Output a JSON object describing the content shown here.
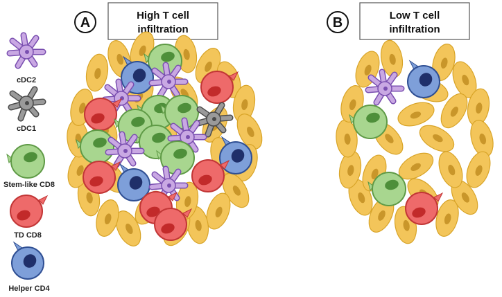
{
  "panels": {
    "a": {
      "letter": "A",
      "title_line1": "High T cell",
      "title_line2": "infiltration"
    },
    "b": {
      "letter": "B",
      "title_line1": "Low T cell",
      "title_line2": "infiltration"
    }
  },
  "legend": {
    "cdc2": "cDC2",
    "cdc1": "cDC1",
    "stem_cd8": "Stem-like CD8",
    "td_cd8": "TD CD8",
    "helper_cd4": "Helper CD4"
  },
  "colors": {
    "tumor_fill": "#f3c55a",
    "tumor_stroke": "#d8a428",
    "tumor_nucleus": "#c9962a",
    "cdc2_fill": "#c9a8e3",
    "cdc2_stroke": "#7a4fb0",
    "cdc1_fill": "#9a9a9a",
    "cdc1_stroke": "#4a4a4a",
    "stem_fill": "#a8d68f",
    "stem_stroke": "#5f9a46",
    "stem_nucleus": "#4e8f3a",
    "td_fill": "#ee6a6a",
    "td_stroke": "#c23636",
    "td_nucleus": "#c22a2a",
    "helper_fill": "#7e9fd9",
    "helper_stroke": "#2f4f93",
    "helper_nucleus": "#1f2f6a"
  }
}
